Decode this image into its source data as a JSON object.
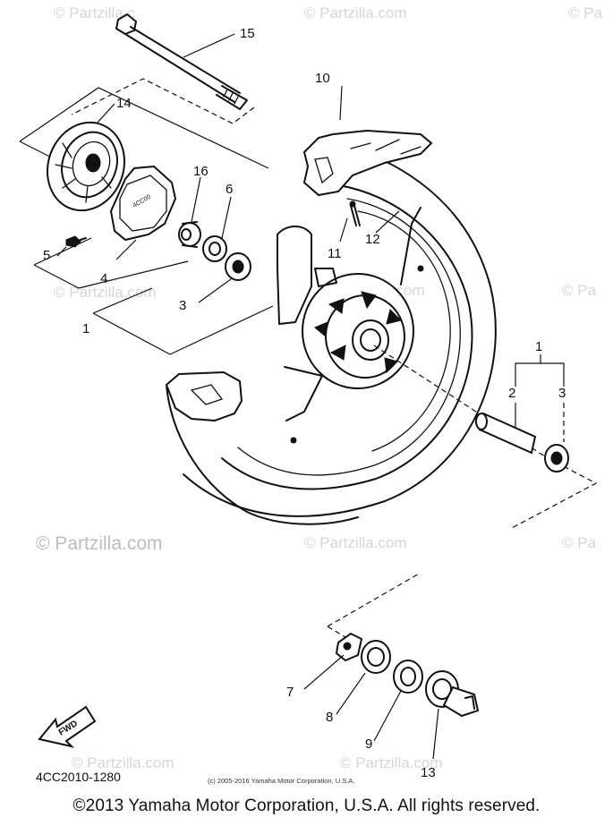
{
  "watermark": {
    "text": "© Partzilla.com",
    "fragment_text": "© Partzilla.c",
    "side_text": "© Pa"
  },
  "callouts": {
    "c15": "15",
    "c14": "14",
    "c10": "10",
    "c16": "16",
    "c6": "6",
    "c11": "11",
    "c12": "12",
    "c5": "5",
    "c4": "4",
    "c3": "3",
    "c1": "1",
    "c1r": "1",
    "c2r": "2",
    "c3r": "3",
    "c7": "7",
    "c8": "8",
    "c9": "9",
    "c13": "13"
  },
  "diagram_code": "4CC2010-1280",
  "fwd_label": "FWD",
  "stamp_small": "(c) 2005-2016 Yamaha Motor Corporation, U.S.A.",
  "footer_copyright": "©2013 Yamaha Motor Corporation, U.S.A. All rights reserved.",
  "colors": {
    "ink": "#111111",
    "background": "#ffffff",
    "watermark": "#d6d6d6"
  }
}
